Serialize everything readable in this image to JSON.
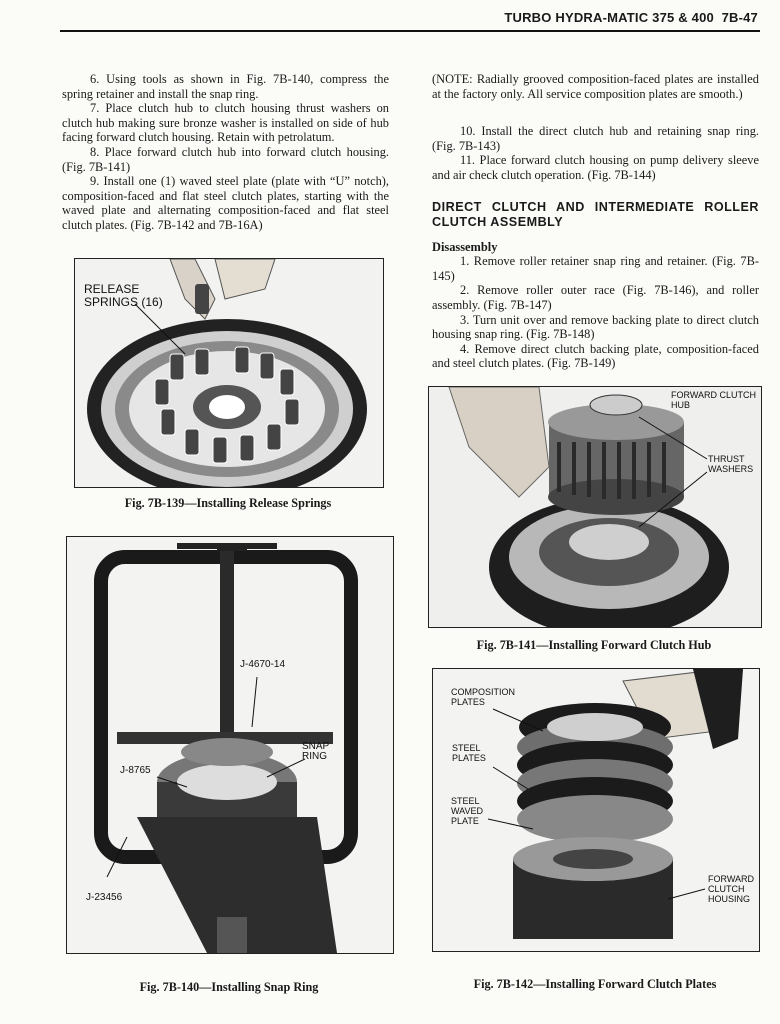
{
  "header": {
    "title": "TURBO HYDRA-MATIC 375 & 400",
    "page": "7B-47"
  },
  "left_column": {
    "paragraphs": [
      "6. Using tools as shown in Fig. 7B-140, compress the spring retainer and install the snap ring.",
      "7. Place clutch hub to clutch housing thrust washers on clutch hub making sure bronze washer is installed on side of hub facing forward clutch housing. Retain with petrolatum.",
      "8. Place forward clutch hub into forward clutch housing. (Fig. 7B-141)",
      "9. Install one (1) waved steel plate (plate with “U” notch), composition-faced and flat steel clutch plates, starting with the waved plate and alternating composition-faced and flat steel clutch plates. (Fig. 7B-142 and 7B-16A)"
    ]
  },
  "right_column": {
    "note": "(NOTE: Radially grooved composition-faced plates are installed at the factory only. All service composition plates are smooth.)",
    "paragraphs": [
      "10. Install the direct clutch hub and retaining snap ring. (Fig. 7B-143)",
      "11. Place forward clutch housing on pump delivery sleeve and air check clutch operation. (Fig. 7B-144)"
    ],
    "section_heading": "DIRECT CLUTCH AND INTERMEDIATE ROLLER CLUTCH ASSEMBLY",
    "subheading": "Disassembly",
    "steps": [
      "1. Remove roller retainer snap ring and retainer. (Fig. 7B-145)",
      "2. Remove roller outer race (Fig. 7B-146), and roller assembly. (Fig. 7B-147)",
      "3. Turn unit over and remove backing plate to direct clutch housing snap ring. (Fig. 7B-148)",
      "4. Remove direct clutch backing plate, composition-faced and steel clutch plates. (Fig. 7B-149)"
    ]
  },
  "figures": {
    "fig139": {
      "caption": "Fig. 7B-139—Installing Release Springs",
      "labels": {
        "release_springs": "RELEASE\nSPRINGS (16)"
      }
    },
    "fig140": {
      "caption": "Fig. 7B-140—Installing Snap Ring",
      "labels": {
        "tool_top": "J-4670-14",
        "snap_ring": "SNAP\nRING",
        "tool_left": "J-8765",
        "tool_bottom": "J-23456"
      }
    },
    "fig141": {
      "caption": "Fig. 7B-141—Installing Forward Clutch Hub",
      "labels": {
        "hub": "FORWARD CLUTCH\nHUB",
        "washers": "THRUST\nWASHERS"
      }
    },
    "fig142": {
      "caption": "Fig. 7B-142—Installing Forward Clutch Plates",
      "labels": {
        "composition": "COMPOSITION\nPLATES",
        "steel": "STEEL\nPLATES",
        "waved": "STEEL\nWAVED\nPLATE",
        "housing": "FORWARD\nCLUTCH\nHOUSING"
      }
    }
  }
}
